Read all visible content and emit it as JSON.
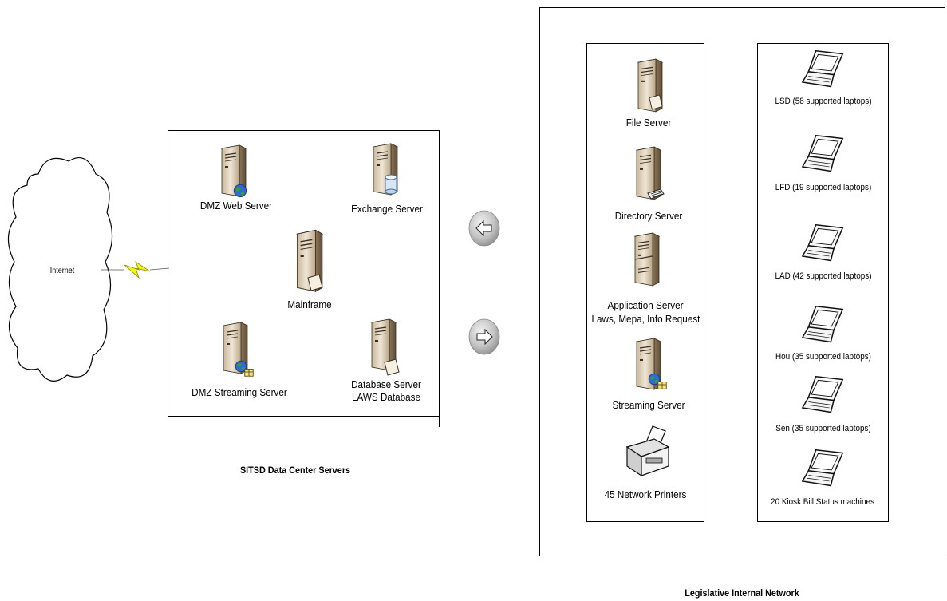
{
  "cloud": {
    "label": "Internet"
  },
  "data_center": {
    "title": "SITSD Data Center Servers",
    "servers": {
      "dmz_web": "DMZ Web Server",
      "exchange": "Exchange Server",
      "mainframe": "Mainframe",
      "dmz_streaming": "DMZ Streaming Server",
      "database_line1": "Database Server",
      "database_line2": "LAWS Database"
    }
  },
  "internal_network": {
    "title": "Legislative Internal Network",
    "servers": {
      "file": "File Server",
      "directory": "Directory Server",
      "application_line1": "Application Server",
      "application_line2": "Laws, Mepa, Info Request",
      "streaming": "Streaming Server",
      "printers": "45 Network Printers"
    },
    "laptops": [
      "LSD (58 supported laptops)",
      "LFD (19 supported laptops)",
      "LAD (42 supported laptops)",
      "Hou (35 supported laptops)",
      "Sen (35 supported laptops)",
      "20 Kiosk Bill Status machines"
    ]
  }
}
